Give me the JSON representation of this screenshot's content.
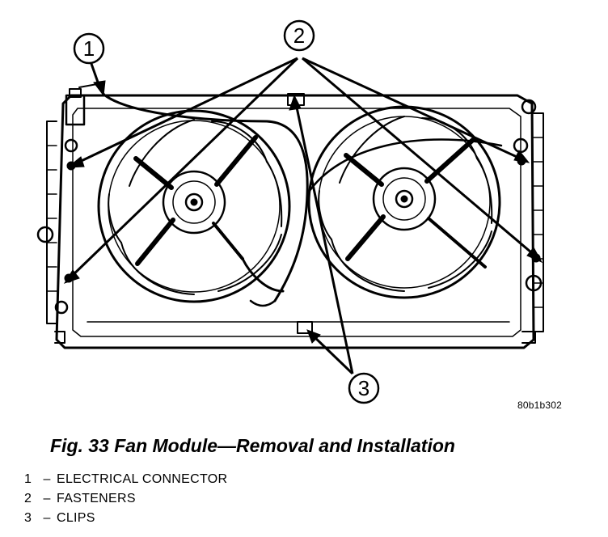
{
  "figure": {
    "reference_code": "80b1b302",
    "caption": "Fig. 33 Fan Module—Removal and Installation"
  },
  "callouts": [
    {
      "number": "1"
    },
    {
      "number": "2"
    },
    {
      "number": "3"
    }
  ],
  "legend": [
    {
      "number": "1",
      "separator": "–",
      "text": "ELECTRICAL CONNECTOR"
    },
    {
      "number": "2",
      "separator": "–",
      "text": "FASTENERS"
    },
    {
      "number": "3",
      "separator": "–",
      "text": "CLIPS"
    }
  ]
}
